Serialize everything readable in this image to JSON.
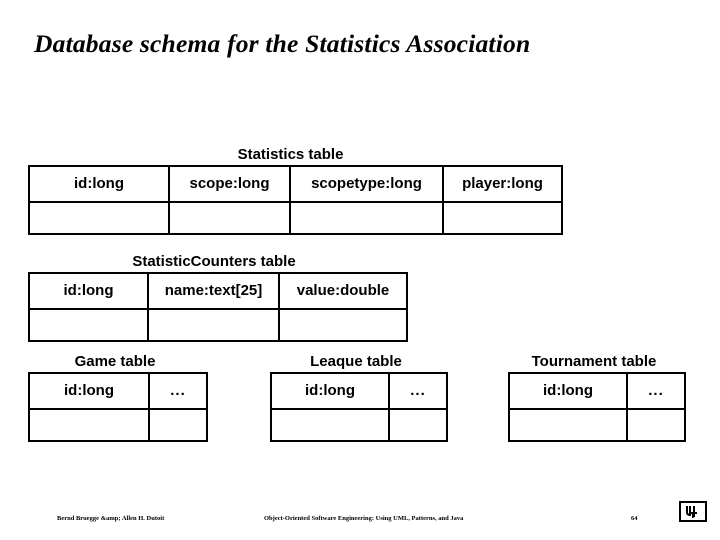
{
  "slide": {
    "title": "Database schema for the Statistics Association"
  },
  "tables": [
    {
      "name": "statistics",
      "caption": "Statistics table",
      "columns": [
        "id:long",
        "scope:long",
        "scopetype:long",
        "player:long"
      ],
      "empty_row": [
        "",
        "",
        "",
        ""
      ]
    },
    {
      "name": "statistic-counters",
      "caption": "StatisticCounters table",
      "columns": [
        "id:long",
        "name:text[25]",
        "value:double"
      ],
      "empty_row": [
        "",
        "",
        ""
      ]
    },
    {
      "name": "game",
      "caption": "Game table",
      "columns": [
        "id:long",
        "..."
      ],
      "empty_row": [
        "",
        ""
      ]
    },
    {
      "name": "leaque",
      "caption": "Leaque table",
      "columns": [
        "id:long",
        "..."
      ],
      "empty_row": [
        "",
        ""
      ]
    },
    {
      "name": "tournament",
      "caption": "Tournament table",
      "columns": [
        "id:long",
        "..."
      ],
      "empty_row": [
        "",
        ""
      ]
    }
  ],
  "footer": {
    "authors": "Bernd Bruegge &amp; Allen H. Dutoit",
    "book": "Object-Oriented Software Engineering: Using UML, Patterns, and Java",
    "page": "64",
    "logo": "book-logo-icon"
  },
  "colors": {
    "background": "#ffffff",
    "foreground": "#000000",
    "border": "#000000"
  }
}
